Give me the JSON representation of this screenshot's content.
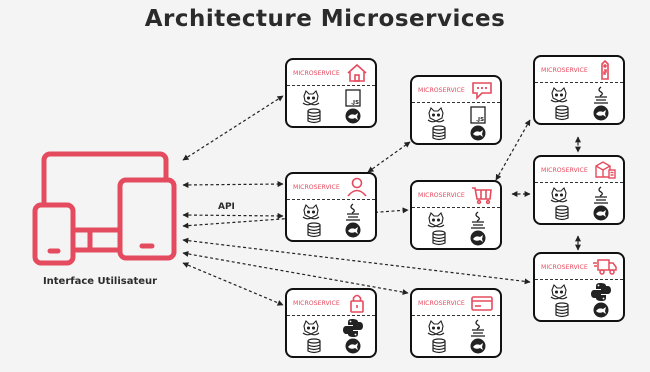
{
  "title": "Architecture Microservices",
  "client": {
    "label": "Interface Utilisateur"
  },
  "api_label": "API",
  "service_label": "MICROSERVICE",
  "services": [
    {
      "id": "home",
      "icon": "home-icon",
      "runtime": "nodejs"
    },
    {
      "id": "chat",
      "icon": "chat-icon",
      "runtime": "nodejs"
    },
    {
      "id": "tag",
      "icon": "price-tag-icon",
      "runtime": "java"
    },
    {
      "id": "user",
      "icon": "user-icon",
      "runtime": "java"
    },
    {
      "id": "cart",
      "icon": "cart-icon",
      "runtime": "java"
    },
    {
      "id": "warehouse",
      "icon": "warehouse-icon",
      "runtime": "java"
    },
    {
      "id": "delivery",
      "icon": "delivery-truck-icon",
      "runtime": "python"
    },
    {
      "id": "lock",
      "icon": "lock-icon",
      "runtime": "python"
    },
    {
      "id": "payment",
      "icon": "credit-card-icon",
      "runtime": "java"
    }
  ],
  "colors": {
    "accent": "#e54b5f",
    "box_border": "#111111",
    "background": "#f4f4f4"
  }
}
